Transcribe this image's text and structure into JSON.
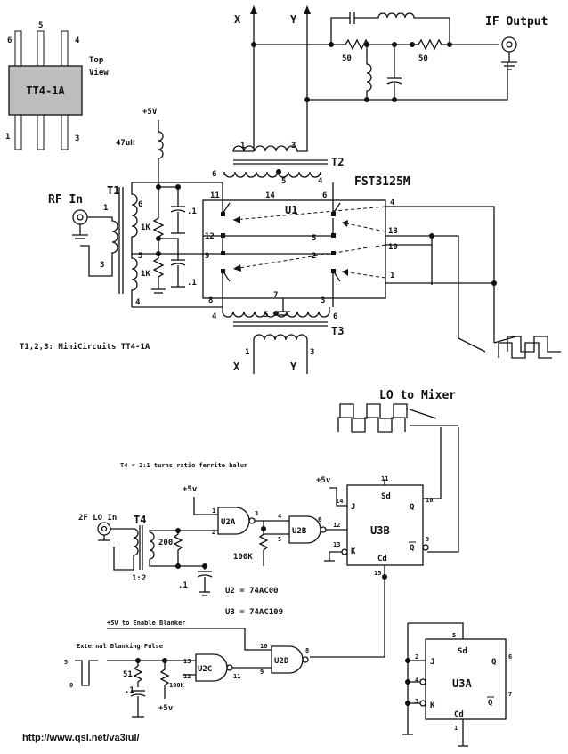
{
  "package": {
    "chip_label": "TT4-1A",
    "view_label_1": "Top",
    "view_label_2": "View",
    "pins_top": [
      "6",
      "5",
      "4"
    ],
    "pins_bottom": [
      "1",
      "3"
    ]
  },
  "upper": {
    "x_top": "X",
    "y_top": "Y",
    "if_output": "IF Output",
    "r50_left": "50",
    "r50_right": "50",
    "plus5v": "+5V",
    "inductor": "47uH",
    "rf_in": "RF In",
    "t1": "T1",
    "t2": "T2",
    "t3": "T3",
    "u1": "U1",
    "ic": "FST3125M",
    "r1k_a": "1K",
    "r1k_b": "1K",
    "cap_a": ".1",
    "cap_b": ".1",
    "transformer_note": "T1,2,3:  MiniCircuits TT4-1A",
    "x_bottom": "X",
    "y_bottom": "Y",
    "t2_pins": [
      "1",
      "3",
      "6",
      "5",
      "4"
    ],
    "t1_pins": [
      "1",
      "6",
      "5",
      "4",
      "3"
    ],
    "u1_pins": [
      "11",
      "14",
      "6",
      "4",
      "12",
      "5",
      "13",
      "9",
      "2",
      "10",
      "1",
      "8",
      "7",
      "3"
    ],
    "t3_pins": [
      "4",
      "5",
      "6",
      "1",
      "3"
    ]
  },
  "lower": {
    "lo_to_mixer": "LO to Mixer",
    "t4_note": "T4 = 2:1 turns ratio ferrite balun",
    "plus5v_a": "+5v",
    "plus5v_b": "+5v",
    "plus5v_c": "+5v",
    "lo_in": "2F LO In",
    "t4": "T4",
    "ratio": "1:2",
    "r200": "200",
    "r100k": "100K",
    "cap": ".1",
    "u2a": "U2A",
    "u2b": "U2B",
    "u2c": "U2C",
    "u2d": "U2D",
    "u3b": "U3B",
    "u3a": "U3A",
    "u2_part": "U2 = 74AC00",
    "u3_part": "U3 = 74AC109",
    "enable": "+5V to Enable Blanker",
    "blanking": "External Blanking Pulse",
    "pulse_high": "5",
    "pulse_low": "0",
    "r51": "51",
    "r100k_b": "100K",
    "cap_b": ".1",
    "ff_j": "J",
    "ff_k": "K",
    "ff_q": "Q",
    "ff_qbar": "Q",
    "ff_sd": "Sd",
    "ff_cd": "Cd",
    "u3b_pins": [
      "11",
      "14",
      "10",
      "12",
      "9",
      "13",
      "15"
    ],
    "u2_pins": [
      "1",
      "3",
      "2",
      "4",
      "6",
      "5",
      "13",
      "11",
      "12",
      "10",
      "8",
      "9"
    ],
    "u3a_pins": [
      "5",
      "2",
      "6",
      "4",
      "3",
      "7",
      "1"
    ],
    "url": "http://www.qsl.net/va3iul/"
  }
}
